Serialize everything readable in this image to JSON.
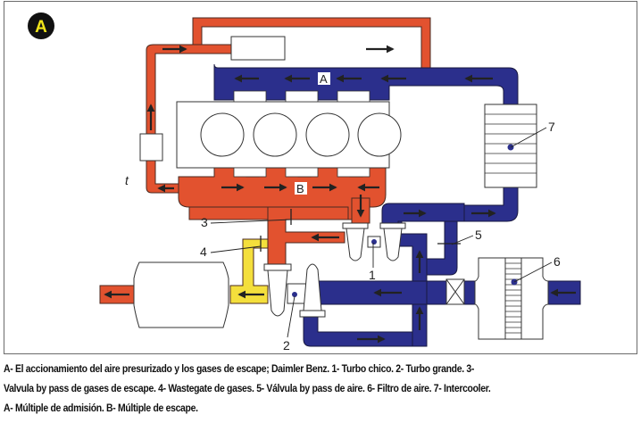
{
  "figure": {
    "badge": "A",
    "colors": {
      "exhaust": "#e2522f",
      "intake": "#2b2f8c",
      "wastegate": "#f4df3c",
      "outline": "#3a2a2a",
      "badge_bg": "#111111",
      "badge_text": "#f2e51a",
      "frame": "#6b6b6b"
    },
    "manifold_labels": {
      "intake": "A",
      "exhaust": "B"
    },
    "side_label": "t",
    "callouts": [
      {
        "num": "1",
        "target": "Turbo chico"
      },
      {
        "num": "2",
        "target": "Turbo grande"
      },
      {
        "num": "3",
        "target": "Valvula by pass de gases de escape"
      },
      {
        "num": "4",
        "target": "Wastegate de gases"
      },
      {
        "num": "5",
        "target": "Válvula by pass de aire"
      },
      {
        "num": "6",
        "target": "Filtro de aire"
      },
      {
        "num": "7",
        "target": "Intercooler"
      }
    ],
    "cylinders": 4
  },
  "caption": {
    "lines": [
      "A- El accionamiento del aire presurizado y los gases de escape; Daimler Benz. 1- Turbo chico. 2- Turbo grande. 3-",
      "Valvula by pass de gases de escape. 4- Wastegate de gases. 5- Válvula by pass de aire. 6- Filtro de aire. 7- Intercooler.",
      "A- Múltiple de admisión. B- Múltiple de escape."
    ]
  }
}
